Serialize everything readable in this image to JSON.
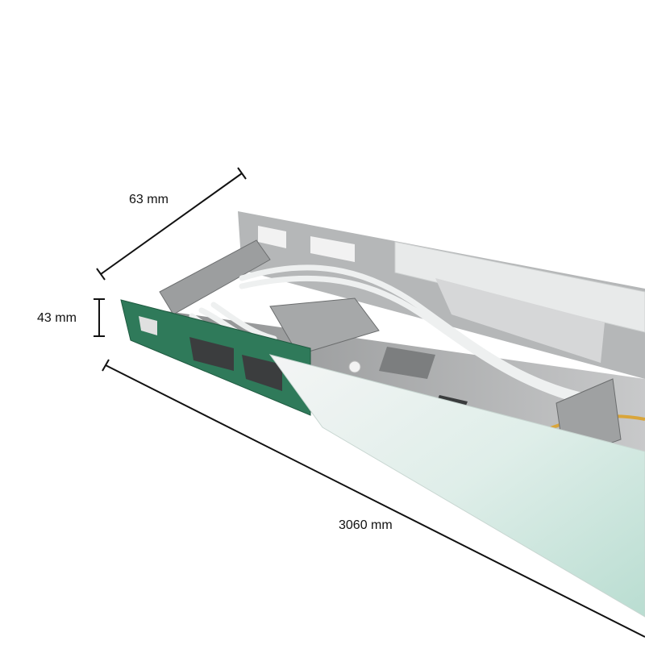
{
  "dimensions": {
    "width": "63 mm",
    "height": "43 mm",
    "length": "3060 mm"
  },
  "colors": {
    "end_plate": "#2f7a5a",
    "metal": "#b5b7b8",
    "cover": "#e9eeec",
    "dimension_line": "#111111"
  }
}
